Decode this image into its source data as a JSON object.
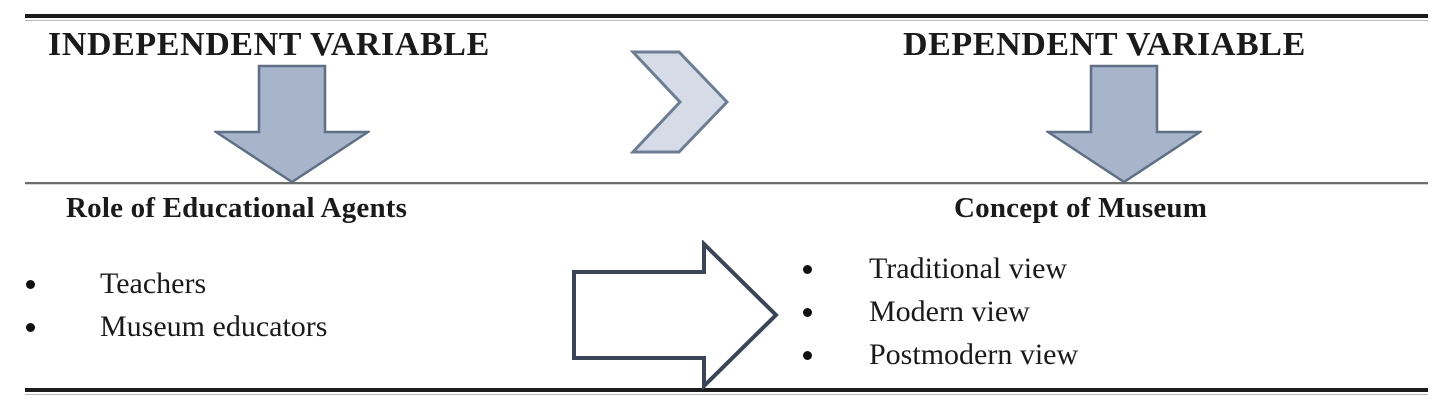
{
  "figure": {
    "type": "conceptual-variable-diagram",
    "colors": {
      "filled_arrow": "#a7b4c9",
      "filled_arrow_stroke": "#5f6f86",
      "chevron_fill": "#d6dce7",
      "chevron_stroke": "#6d7d94",
      "hollow_arrow_fill": "#ffffff",
      "hollow_arrow_stroke": "#3a4557",
      "rule_dark": "#1c1c1c",
      "rule_mid": "#6d6d6d",
      "text": "#1a1a1a"
    }
  },
  "top": {
    "independent_variable_label": "INDEPENDENT VARIABLE",
    "dependent_variable_label": "DEPENDENT VARIABLE",
    "left_arrow_icon": "arrow-down-icon",
    "right_arrow_icon": "arrow-down-icon",
    "middle_chevron_icon": "chevron-right-icon"
  },
  "bottom": {
    "left": {
      "title": "Role of Educational Agents",
      "items": [
        {
          "label": "Teachers"
        },
        {
          "label": "Museum educators"
        }
      ]
    },
    "right": {
      "title": "Concept of Museum",
      "items": [
        {
          "label": "Traditional view"
        },
        {
          "label": "Modern view"
        },
        {
          "label": "Postmodern view"
        }
      ]
    },
    "connector_icon": "arrow-right-icon"
  }
}
